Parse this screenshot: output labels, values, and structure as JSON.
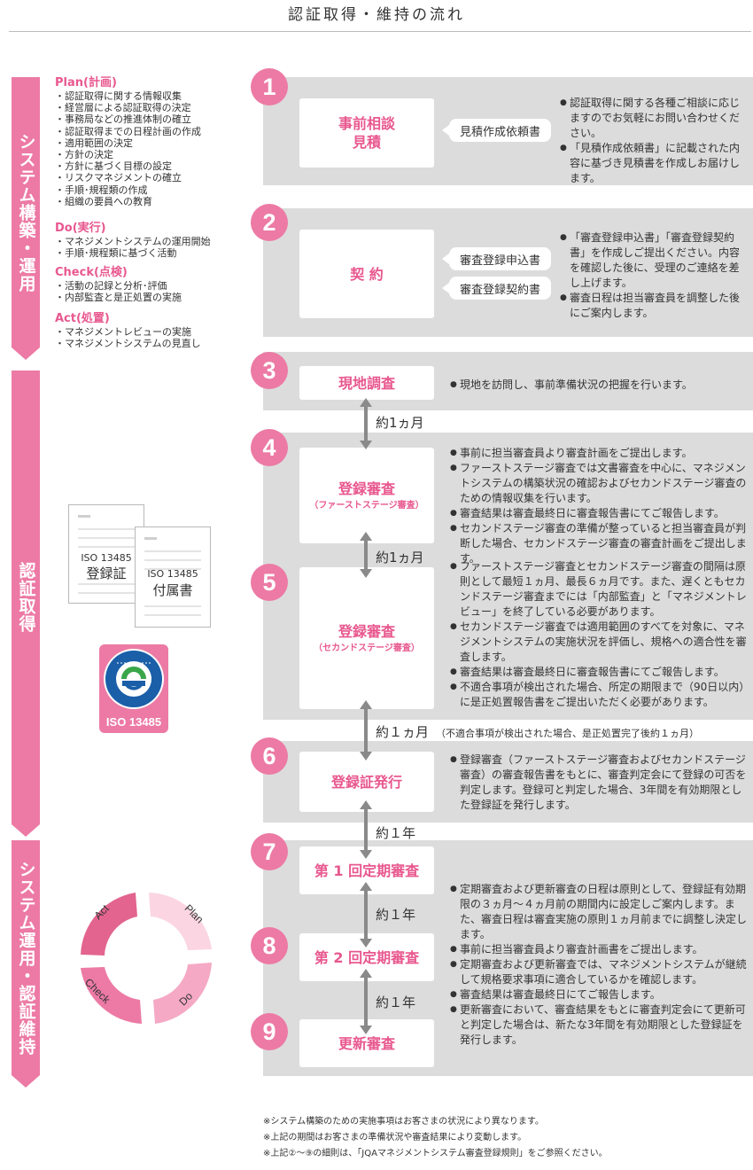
{
  "title": "認証取得・維持の流れ",
  "phases": [
    {
      "label": "システム構築・運用"
    },
    {
      "label": "認証取得"
    },
    {
      "label": "システム運用・認証維持"
    }
  ],
  "pdca": [
    {
      "head": "Plan(計画)",
      "items": [
        "・認証取得に関する情報収集",
        "・経営層による認証取得の決定",
        "・事務局などの推進体制の確立",
        "・認証取得までの日程計画の作成",
        "・適用範囲の決定",
        "・方針の決定",
        "・方針に基づく目標の設定",
        "・リスクマネジメントの確立",
        "・手順･規程類の作成",
        "・組織の要員への教育"
      ]
    },
    {
      "head": "Do(実行)",
      "items": [
        "・マネジメントシステムの運用開始",
        "・手順･規程類に基づく活動"
      ]
    },
    {
      "head": "Check(点検)",
      "items": [
        "・活動の記録と分析･評価",
        "・内部監査と是正処置の実施"
      ]
    },
    {
      "head": "Act(処置)",
      "items": [
        "・マネジメントレビューの実施",
        "・マネジメントシステムの見直し"
      ]
    }
  ],
  "steps": [
    {
      "num": "1",
      "title": "事前相談",
      "title2": "見積",
      "docs": [
        "見積作成依頼書"
      ],
      "desc": [
        "認証取得に関する各種ご相談に応じますのでお気軽にお問い合わせください。",
        "「見積作成依頼書」に記載された内容に基づき見積書を作成しお届けします。"
      ]
    },
    {
      "num": "2",
      "title": "契 約",
      "docs": [
        "審査登録申込書",
        "審査登録契約書"
      ],
      "desc": [
        "「審査登録申込書」「審査登録契約書」を作成しご提出ください。内容を確認した後に、受理のご連絡を差し上げます。",
        "審査日程は担当審査員を調整した後にご案内します。"
      ]
    },
    {
      "num": "3",
      "title": "現地調査",
      "desc": [
        "現地を訪問し、事前準備状況の把握を行います。"
      ]
    },
    {
      "num": "4",
      "title": "登録審査",
      "sub": "（ファーストステージ審査）",
      "desc": [
        "事前に担当審査員より審査計画をご提出します。",
        "ファーストステージ審査では文書審査を中心に、マネジメントシステムの構築状況の確認およびセカンドステージ審査のための情報収集を行います。",
        "審査結果は審査最終日に審査報告書にてご報告します。",
        "セカンドステージ審査の準備が整っていると担当審査員が判断した場合、セカンドステージ審査の審査計画をご提出します。"
      ]
    },
    {
      "num": "5",
      "title": "登録審査",
      "sub": "（セカンドステージ審査）",
      "desc": [
        "ファーストステージ審査とセカンドステージ審査の間隔は原則として最短１ヵ月、最長６ヵ月です。また、遅くともセカンドステージ審査までには「内部監査」と「マネジメントレビュー」を終了している必要があります。",
        "セカンドステージ審査では適用範囲のすべてを対象に、マネジメントシステムの実施状況を評価し、規格への適合性を審査します。",
        "審査結果は審査最終日に審査報告書にてご報告します。",
        "不適合事項が検出された場合、所定の期限まで（90日以内）に是正処置報告書をご提出いただく必要があります。"
      ]
    },
    {
      "num": "6",
      "title": "登録証発行",
      "desc": [
        "登録審査（ファーストステージ審査およびセカンドステージ審査）の審査報告書をもとに、審査判定会にて登録の可否を判定します。登録可と判定した場合、3年間を有効期限とした登録証を発行します。"
      ]
    },
    {
      "num": "7",
      "title": "第 1 回定期審査"
    },
    {
      "num": "8",
      "title": "第 2 回定期審査"
    },
    {
      "num": "9",
      "title": "更新審査"
    }
  ],
  "surveillance_desc": [
    "定期審査および更新審査の日程は原則として、登録証有効期限の３ヵ月～４ヵ月前の期間内に設定しご案内します。また、審査日程は審査実施の原則１ヵ月前までに調整し決定します。",
    "事前に担当審査員より審査計画書をご提出します。",
    "定期審査および更新審査では、マネジメントシステムが継続して規格要求事項に適合しているかを確認します。",
    "審査結果は審査最終日にてご報告します。",
    "更新審査において、審査結果をもとに審査判定会にて更新可と判定した場合は、新たな3年間を有効期限とした登録証を発行します。"
  ],
  "periods": [
    {
      "label": "約1ヵ月"
    },
    {
      "label": "約1ヵ月"
    },
    {
      "label": "約１ヵ月",
      "note": "（不適合事項が検出された場合、是正処置完了後約１ヵ月）"
    },
    {
      "label": "約１年"
    },
    {
      "label": "約１年"
    },
    {
      "label": "約１年"
    }
  ],
  "certs": [
    {
      "iso": "ISO 13485",
      "name": "登録証"
    },
    {
      "iso": "ISO 13485",
      "name": "付属書"
    }
  ],
  "badge": {
    "text": "ISO 13485"
  },
  "cycle": [
    "Plan",
    "Do",
    "Check",
    "Act"
  ],
  "footnotes": [
    "※システム構築のための実施事項はお客さまの状況により異なります。",
    "※上記の期間はお客さまの準備状況や審査結果により変動します。",
    "※上記②～⑨の細則は、「JQAマネジメントシステム審査登録規則」をご参照ください。"
  ],
  "colors": {
    "accent": "#ec7aa4",
    "accent_text": "#e8588f",
    "panel": "#dcdcdc",
    "connector": "#8a8a8a"
  }
}
